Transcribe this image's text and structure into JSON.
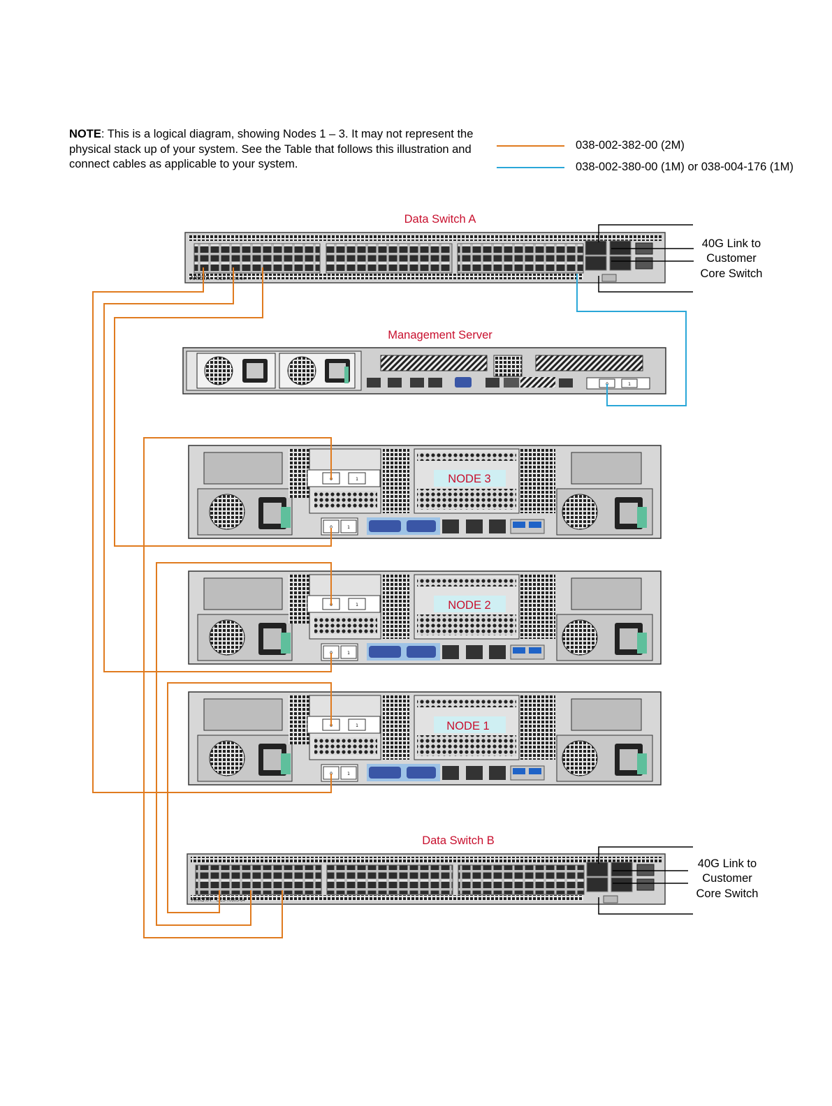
{
  "note": {
    "label": "NOTE",
    "text": ":  This is a logical diagram, showing Nodes 1 – 3. It may not represent the physical stack up of your system. See the Table that follows this illustration and connect cables as applicable to your system."
  },
  "legend": [
    {
      "color": "#e07b1f",
      "text": "038-002-382-00 (2M)"
    },
    {
      "color": "#2aa7d8",
      "text": "038-002-380-00 (1M) or 038-004-176 (1M)"
    }
  ],
  "devices": {
    "switch_a": {
      "title": "Data Switch A",
      "brand": "ARISTA",
      "model": "DCS-7060S-64"
    },
    "mgmt": {
      "title": "Management Server",
      "port0": "0",
      "port1": "1"
    },
    "nodes": [
      {
        "label": "NODE 3"
      },
      {
        "label": "NODE 2"
      },
      {
        "label": "NODE 1"
      }
    ],
    "switch_b": {
      "title": "Data Switch B",
      "brand": "ARISTA",
      "model": "DCS-7060S-64"
    }
  },
  "uplink_labels": {
    "a": [
      "40G Link to",
      "Customer",
      "Core Switch"
    ],
    "b": [
      "40G Link to",
      "Customer",
      "Core Switch"
    ]
  },
  "port_labels": {
    "p0": "0",
    "p1": "1"
  },
  "colors": {
    "orange_cable": "#e07b1f",
    "blue_cable": "#2aa7d8",
    "title_red": "#c8102e",
    "node_label_bg": "#cfeff3"
  }
}
